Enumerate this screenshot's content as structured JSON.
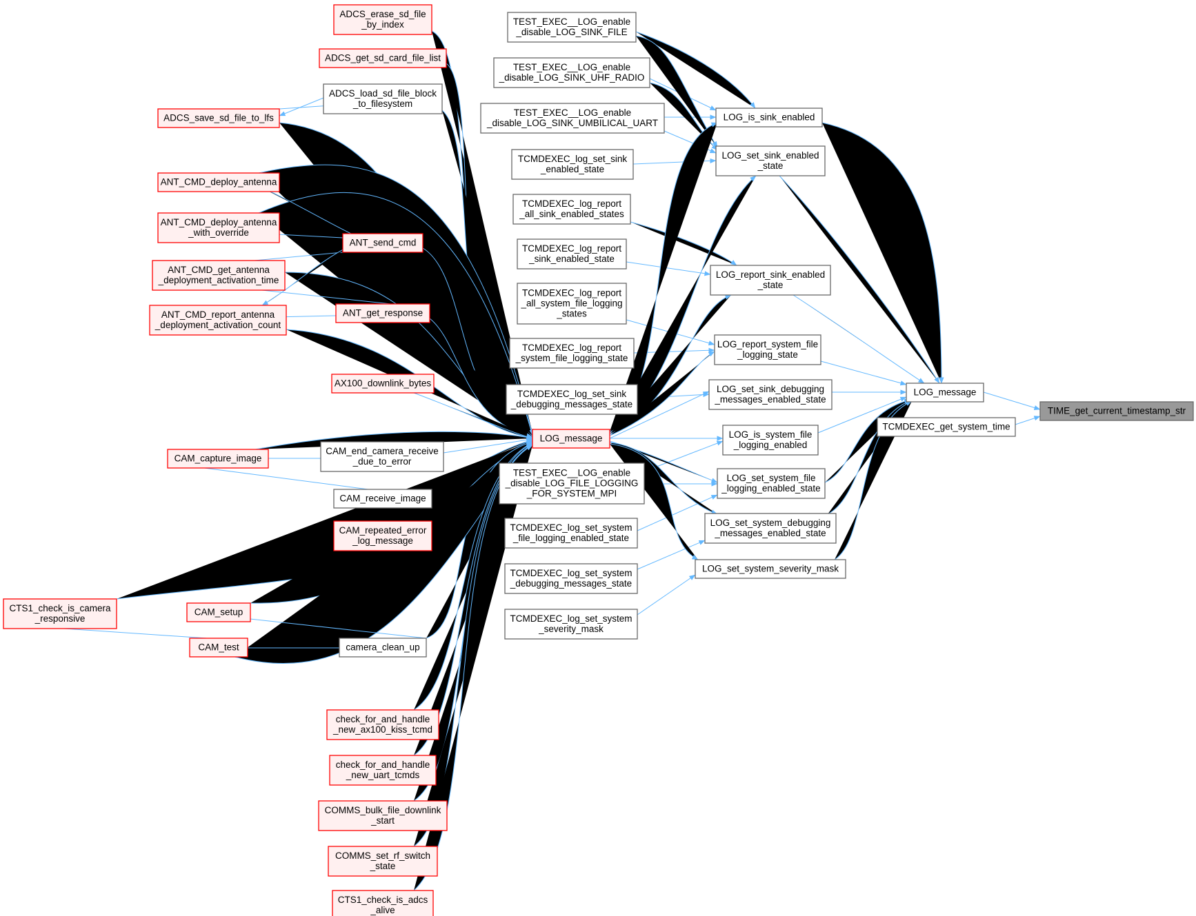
{
  "colors": {
    "edge": "#63b8ff",
    "red_stroke": "#ff0000",
    "red_fill": "#fff0f0",
    "gray_stroke": "#666666",
    "gray_fill": "#ffffff",
    "focus_fill": "#999999",
    "focus_stroke": "#666666"
  },
  "graph": {
    "nodes": [
      {
        "id": "n_time",
        "lines": [
          "TIME_get_current_timestamp_str"
        ],
        "style": "focus"
      },
      {
        "id": "n_logmsg_r",
        "lines": [
          "LOG_message"
        ],
        "style": "gray"
      },
      {
        "id": "n_tcmd_time",
        "lines": [
          "TCMDEXEC_get_system_time"
        ],
        "style": "gray"
      },
      {
        "id": "n_is_sink",
        "lines": [
          "LOG_is_sink_enabled"
        ],
        "style": "gray"
      },
      {
        "id": "n_set_sink",
        "lines": [
          "LOG_set_sink_enabled",
          "_state"
        ],
        "style": "gray"
      },
      {
        "id": "n_rep_sink",
        "lines": [
          "LOG_report_sink_enabled",
          "_state"
        ],
        "style": "gray"
      },
      {
        "id": "n_rep_sys",
        "lines": [
          "LOG_report_system_file",
          "_logging_state"
        ],
        "style": "gray"
      },
      {
        "id": "n_set_dbg",
        "lines": [
          "LOG_set_sink_debugging",
          "_messages_enabled_state"
        ],
        "style": "gray"
      },
      {
        "id": "n_is_sysfile",
        "lines": [
          "LOG_is_system_file",
          "_logging_enabled"
        ],
        "style": "gray"
      },
      {
        "id": "n_set_sysfile",
        "lines": [
          "LOG_set_system_file",
          "_logging_enabled_state"
        ],
        "style": "gray"
      },
      {
        "id": "n_set_sysdbg",
        "lines": [
          "LOG_set_system_debugging",
          "_messages_enabled_state"
        ],
        "style": "gray"
      },
      {
        "id": "n_set_sev",
        "lines": [
          "LOG_set_system_severity_mask"
        ],
        "style": "gray"
      },
      {
        "id": "n_te_file",
        "lines": [
          "TEST_EXEC__LOG_enable",
          "_disable_LOG_SINK_FILE"
        ],
        "style": "gray"
      },
      {
        "id": "n_te_uhf",
        "lines": [
          "TEST_EXEC__LOG_enable",
          "_disable_LOG_SINK_UHF_RADIO"
        ],
        "style": "gray"
      },
      {
        "id": "n_te_umb",
        "lines": [
          "TEST_EXEC__LOG_enable",
          "_disable_LOG_SINK_UMBILICAL_UART"
        ],
        "style": "gray"
      },
      {
        "id": "n_tc_setsink",
        "lines": [
          "TCMDEXEC_log_set_sink",
          "_enabled_state"
        ],
        "style": "gray"
      },
      {
        "id": "n_tc_repall",
        "lines": [
          "TCMDEXEC_log_report",
          "_all_sink_enabled_states"
        ],
        "style": "gray"
      },
      {
        "id": "n_tc_repsink",
        "lines": [
          "TCMDEXEC_log_report",
          "_sink_enabled_state"
        ],
        "style": "gray"
      },
      {
        "id": "n_tc_repallsys",
        "lines": [
          "TCMDEXEC_log_report",
          "_all_system_file_logging",
          "_states"
        ],
        "style": "gray"
      },
      {
        "id": "n_tc_repsys",
        "lines": [
          "TCMDEXEC_log_report",
          "_system_file_logging_state"
        ],
        "style": "gray"
      },
      {
        "id": "n_tc_setdbg",
        "lines": [
          "TCMDEXEC_log_set_sink",
          "_debugging_messages_state"
        ],
        "style": "gray"
      },
      {
        "id": "n_te_mpi",
        "lines": [
          "TEST_EXEC__LOG_enable",
          "_disable_LOG_FILE_LOGGING",
          "_FOR_SYSTEM_MPI"
        ],
        "style": "gray"
      },
      {
        "id": "n_tc_setsysfile",
        "lines": [
          "TCMDEXEC_log_set_system",
          "_file_logging_enabled_state"
        ],
        "style": "gray"
      },
      {
        "id": "n_tc_setsysdbg",
        "lines": [
          "TCMDEXEC_log_set_system",
          "_debugging_messages_state"
        ],
        "style": "gray"
      },
      {
        "id": "n_tc_setsev",
        "lines": [
          "TCMDEXEC_log_set_system",
          "_severity_mask"
        ],
        "style": "gray"
      },
      {
        "id": "n_logmsg_c",
        "lines": [
          "LOG_message"
        ],
        "style": "red"
      },
      {
        "id": "n_adcs_erase",
        "lines": [
          "ADCS_erase_sd_file",
          "_by_index"
        ],
        "style": "red"
      },
      {
        "id": "n_adcs_list",
        "lines": [
          "ADCS_get_sd_card_file_list"
        ],
        "style": "red"
      },
      {
        "id": "n_adcs_load",
        "lines": [
          "ADCS_load_sd_file_block",
          "_to_filesystem"
        ],
        "style": "gray"
      },
      {
        "id": "n_adcs_save",
        "lines": [
          "ADCS_save_sd_file_to_lfs"
        ],
        "style": "red"
      },
      {
        "id": "n_ant_deploy",
        "lines": [
          "ANT_CMD_deploy_antenna"
        ],
        "style": "red"
      },
      {
        "id": "n_ant_deploy_ov",
        "lines": [
          "ANT_CMD_deploy_antenna",
          "_with_override"
        ],
        "style": "red"
      },
      {
        "id": "n_ant_send",
        "lines": [
          "ANT_send_cmd"
        ],
        "style": "red"
      },
      {
        "id": "n_ant_get_time",
        "lines": [
          "ANT_CMD_get_antenna",
          "_deployment_activation_time"
        ],
        "style": "red"
      },
      {
        "id": "n_ant_resp",
        "lines": [
          "ANT_get_response"
        ],
        "style": "red"
      },
      {
        "id": "n_ant_rep_count",
        "lines": [
          "ANT_CMD_report_antenna",
          "_deployment_activation_count"
        ],
        "style": "red"
      },
      {
        "id": "n_ax100",
        "lines": [
          "AX100_downlink_bytes"
        ],
        "style": "red"
      },
      {
        "id": "n_cam_capture",
        "lines": [
          "CAM_capture_image"
        ],
        "style": "red"
      },
      {
        "id": "n_cam_end",
        "lines": [
          "CAM_end_camera_receive",
          "_due_to_error"
        ],
        "style": "gray"
      },
      {
        "id": "n_cam_recv",
        "lines": [
          "CAM_receive_image"
        ],
        "style": "gray"
      },
      {
        "id": "n_cam_rep_err",
        "lines": [
          "CAM_repeated_error",
          "_log_message"
        ],
        "style": "red"
      },
      {
        "id": "n_cts1_cam",
        "lines": [
          "CTS1_check_is_camera",
          "_responsive"
        ],
        "style": "red"
      },
      {
        "id": "n_cam_setup",
        "lines": [
          "CAM_setup"
        ],
        "style": "red"
      },
      {
        "id": "n_cam_test",
        "lines": [
          "CAM_test"
        ],
        "style": "red"
      },
      {
        "id": "n_cam_clean",
        "lines": [
          "camera_clean_up"
        ],
        "style": "gray"
      },
      {
        "id": "n_chk_ax100",
        "lines": [
          "check_for_and_handle",
          "_new_ax100_kiss_tcmd"
        ],
        "style": "red"
      },
      {
        "id": "n_chk_uart",
        "lines": [
          "check_for_and_handle",
          "_new_uart_tcmds"
        ],
        "style": "red"
      },
      {
        "id": "n_comms_bulk",
        "lines": [
          "COMMS_bulk_file_downlink",
          "_start"
        ],
        "style": "red"
      },
      {
        "id": "n_comms_rf",
        "lines": [
          "COMMS_set_rf_switch",
          "_state"
        ],
        "style": "red"
      },
      {
        "id": "n_cts1_adcs",
        "lines": [
          "CTS1_check_is_adcs",
          "_alive"
        ],
        "style": "red"
      }
    ]
  }
}
